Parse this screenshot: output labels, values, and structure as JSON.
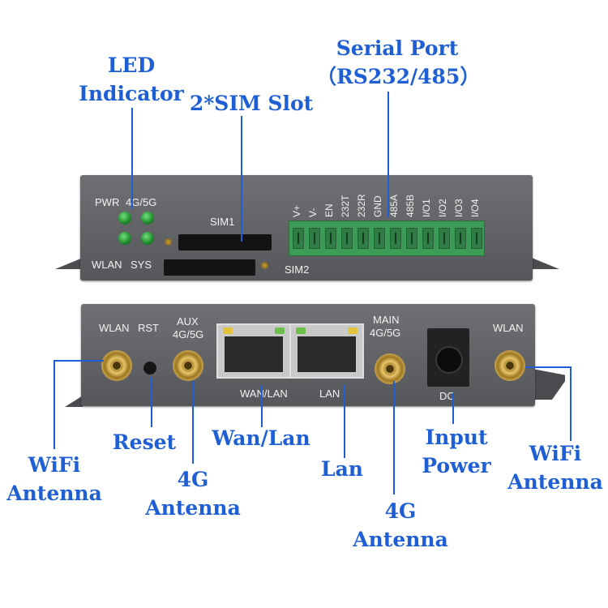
{
  "callouts": {
    "led_indicator": [
      "LED",
      "Indicator"
    ],
    "sim_slot": "2*SIM Slot",
    "serial_port": [
      "Serial Port",
      "（RS232/485）"
    ],
    "wifi_left": [
      "WiFi",
      "Antenna"
    ],
    "reset": "Reset",
    "wan_lan": "Wan/Lan",
    "antenna_4g_left": [
      "4G",
      "Antenna"
    ],
    "lan": "Lan",
    "antenna_4g_right": [
      "4G",
      "Antenna"
    ],
    "input_power": [
      "Input",
      "Power"
    ],
    "wifi_right": [
      "WiFi",
      "Antenna"
    ]
  },
  "top_panel": {
    "pwr": "PWR",
    "band": "4G/5G",
    "wlan": "WLAN",
    "sys": "SYS",
    "sim1": "SIM1",
    "sim2": "SIM2",
    "terminals": [
      "V+",
      "V-",
      "EN",
      "232T",
      "232R",
      "GND",
      "485A",
      "485B",
      "I/O1",
      "I/O2",
      "I/O3",
      "I/O4"
    ]
  },
  "bottom_panel": {
    "wlan_left": "WLAN",
    "rst": "RST",
    "aux": [
      "AUX",
      "4G/5G"
    ],
    "wan_lan": "WAN/LAN",
    "lan": "LAN",
    "main": [
      "MAIN",
      "4G/5G"
    ],
    "dc": "DC",
    "wlan_right": "WLAN"
  },
  "colors": {
    "callout": "#1f5fd6",
    "panel": "#5f6063",
    "led_green": "#2fa83a",
    "terminal_green": "#3c9c55"
  }
}
